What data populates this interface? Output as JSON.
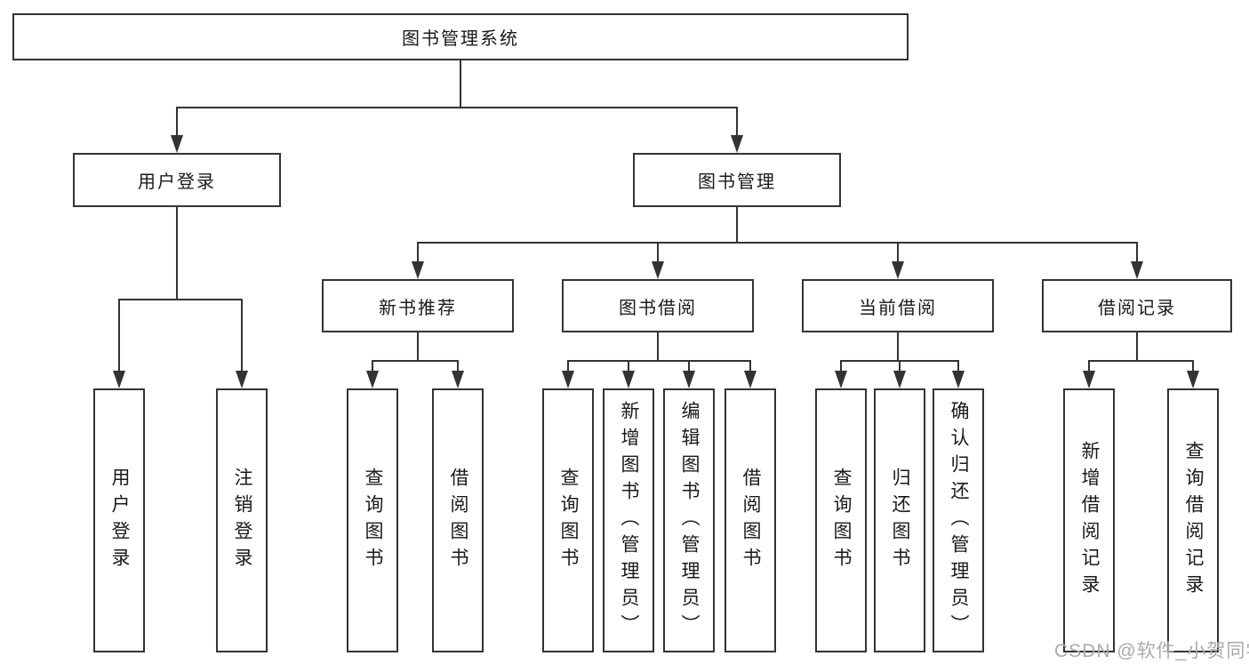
{
  "diagram": {
    "root": {
      "label": "图书管理系统"
    },
    "level2": [
      {
        "label": "用户登录"
      },
      {
        "label": "图书管理"
      }
    ],
    "level3": [
      {
        "label": "新书推荐"
      },
      {
        "label": "图书借阅"
      },
      {
        "label": "当前借阅"
      },
      {
        "label": "借阅记录"
      }
    ],
    "leaves": {
      "user_login": [
        "用户登录",
        "注销登录"
      ],
      "new_book_recommend": [
        "查询图书",
        "借阅图书"
      ],
      "book_borrow": [
        "查询图书",
        "新增图书（管理员）",
        "编辑图书（管理员）",
        "借阅图书"
      ],
      "current_borrow": [
        "查询图书",
        "归还图书",
        "确认归还（管理员）"
      ],
      "borrow_record": [
        "新增借阅记录",
        "查询借阅记录"
      ]
    }
  },
  "watermark": {
    "text": "CSDN @软件_小贺同学",
    "color": "#aaaaaa"
  },
  "colors": {
    "line": "#333333",
    "box_border": "#333333",
    "text": "#1a1a1a",
    "background": "#ffffff"
  }
}
